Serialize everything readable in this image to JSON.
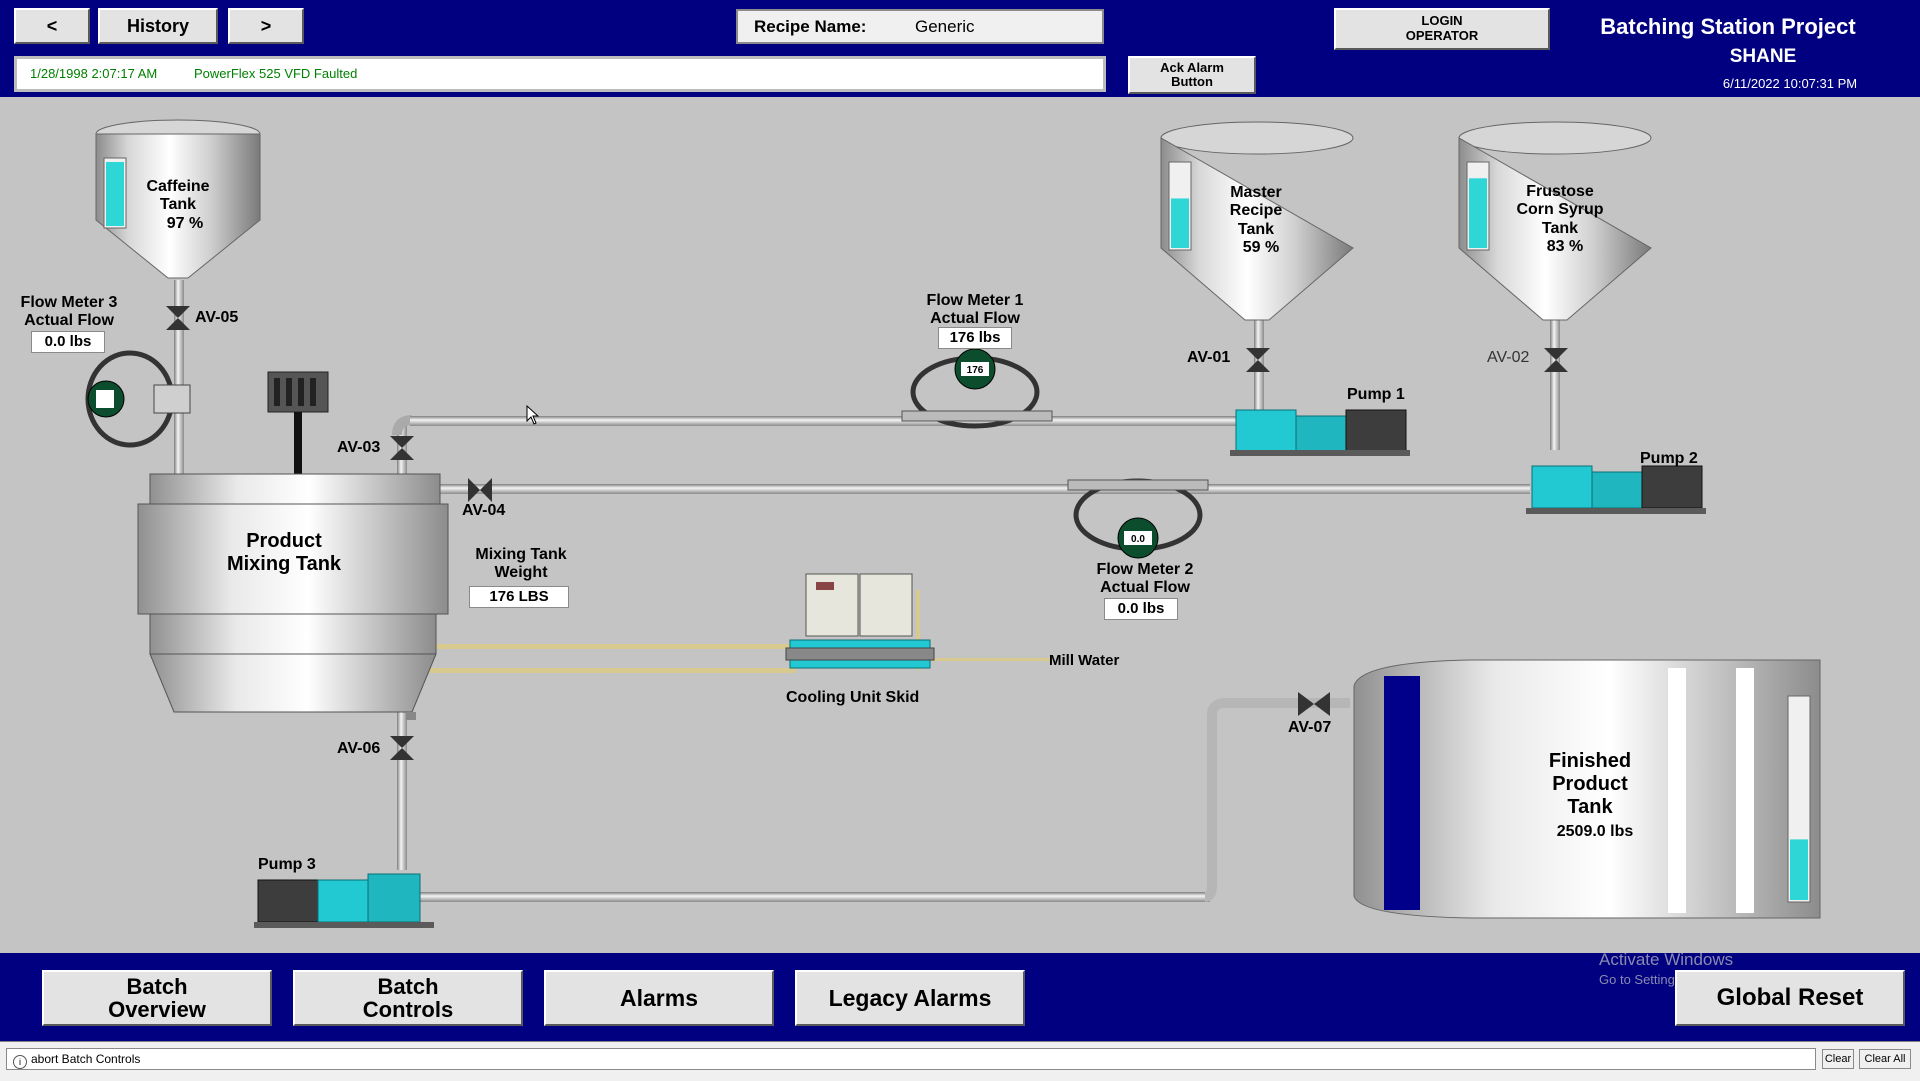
{
  "header": {
    "back_label": "<",
    "history_label": "History",
    "forward_label": ">",
    "recipe_label": "Recipe Name:",
    "recipe_value": "Generic",
    "login_line1": "LOGIN",
    "login_line2": "OPERATOR",
    "project_title": "Batching Station Project",
    "user_name": "SHANE",
    "datetime": "6/11/2022 10:07:31 PM",
    "ack_alarm_label": "Ack Alarm Button"
  },
  "alarm_banner": {
    "timestamp": "1/28/1998 2:07:17 AM",
    "message": "PowerFlex 525 VFD Faulted"
  },
  "tanks": {
    "caffeine": {
      "name_line1": "Caffeine",
      "name_line2": "Tank",
      "level_text": "97 %",
      "level": 0.97
    },
    "master_recipe": {
      "name_line1": "Master",
      "name_line2": "Recipe",
      "name_line3": "Tank",
      "level_text": "59 %",
      "level": 0.59
    },
    "frustose": {
      "name_line1": "Frustose",
      "name_line2": "Corn Syrup",
      "name_line3": "Tank",
      "level_text": "83 %",
      "level": 0.83
    },
    "mixing": {
      "name_line1": "Product",
      "name_line2": "Mixing Tank"
    },
    "finished": {
      "name_line1": "Finished",
      "name_line2": "Product",
      "name_line3": "Tank",
      "amount": "2509.0 lbs",
      "level": 0.3
    }
  },
  "flow_meters": {
    "fm1": {
      "line1": "Flow Meter 1",
      "line2": "Actual Flow",
      "value": "176 lbs",
      "display": "176"
    },
    "fm2": {
      "line1": "Flow Meter 2",
      "line2": "Actual Flow",
      "value": "0.0 lbs",
      "display": "0.0"
    },
    "fm3": {
      "line1": "Flow Meter 3",
      "line2": "Actual Flow",
      "value": "0.0 lbs"
    }
  },
  "mixing_weight": {
    "line1": "Mixing Tank",
    "line2": "Weight",
    "value": "176 LBS"
  },
  "valves": {
    "av01": "AV-01",
    "av02": "AV-02",
    "av03": "AV-03",
    "av04": "AV-04",
    "av05": "AV-05",
    "av06": "AV-06",
    "av07": "AV-07"
  },
  "pumps": {
    "pump1": "Pump 1",
    "pump2": "Pump 2",
    "pump3": "Pump 3"
  },
  "cooling": {
    "label": "Cooling Unit Skid",
    "mill_water": "Mill Water"
  },
  "footer": {
    "batch_overview_line1": "Batch",
    "batch_overview_line2": "Overview",
    "batch_controls_line1": "Batch",
    "batch_controls_line2": "Controls",
    "alarms": "Alarms",
    "legacy_alarms": "Legacy Alarms",
    "global_reset": "Global Reset",
    "watermark_line1": "Activate Windows",
    "watermark_line2": "Go to Settings to activate Windows."
  },
  "status": {
    "text": "abort Batch Controls",
    "clear": "Clear",
    "clear_all": "Clear All"
  },
  "colors": {
    "header_blue": "#000080",
    "background_gray": "#c4c4c4",
    "pump_cyan": "#22c9d2",
    "level_cyan": "#2ed6d6"
  }
}
